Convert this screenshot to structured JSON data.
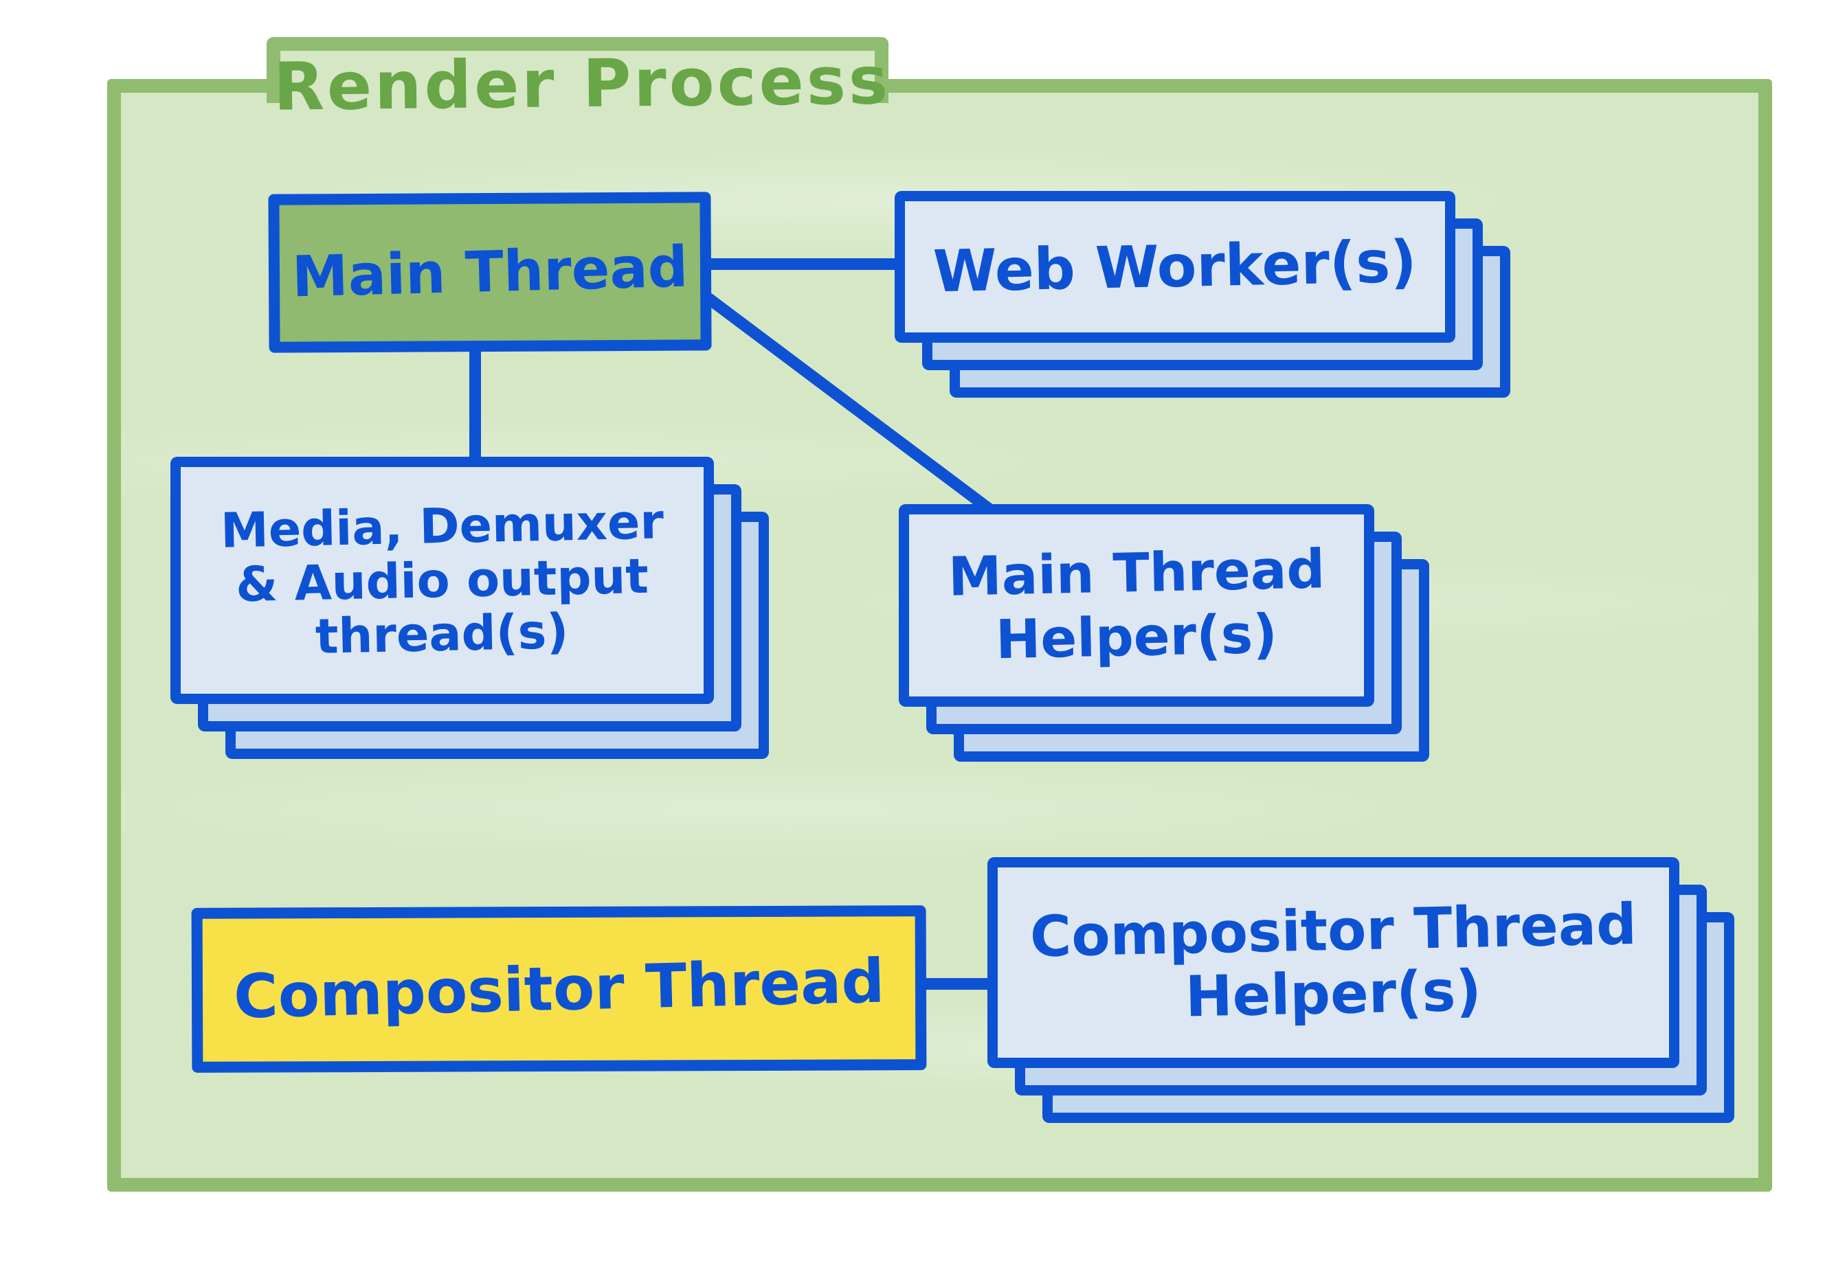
{
  "title": "Render Process",
  "colors": {
    "page_bg": "#ffffff",
    "container_fill": "#d5e7c4",
    "container_border": "#90bc6f",
    "title_text": "#68a647",
    "line_blue": "#0d52d2",
    "card_fill": "#dde7f4",
    "card_back_fill": "#c3d7ef",
    "main_thread_fill": "#8fba70",
    "compositor_fill": "#f8e049"
  },
  "nodes": {
    "main_thread": {
      "label": "Main Thread"
    },
    "web_workers": {
      "label": "Web Worker(s)",
      "stack_layers": 3
    },
    "media_threads": {
      "lines": [
        "Media, Demuxer",
        "& Audio output",
        "thread(s)"
      ],
      "stack_layers": 3
    },
    "main_thread_helpers": {
      "lines": [
        "Main Thread",
        "Helper(s)"
      ],
      "stack_layers": 3
    },
    "compositor_thread": {
      "label": "Compositor Thread"
    },
    "compositor_helpers": {
      "lines": [
        "Compositor Thread",
        "Helper(s)"
      ],
      "stack_layers": 3
    }
  },
  "edges": [
    {
      "from": "Main Thread",
      "to": "Web Worker(s)"
    },
    {
      "from": "Main Thread",
      "to": "Media, Demuxer & Audio output thread(s)"
    },
    {
      "from": "Main Thread",
      "to": "Main Thread Helper(s)"
    },
    {
      "from": "Compositor Thread",
      "to": "Compositor Thread Helper(s)"
    }
  ]
}
